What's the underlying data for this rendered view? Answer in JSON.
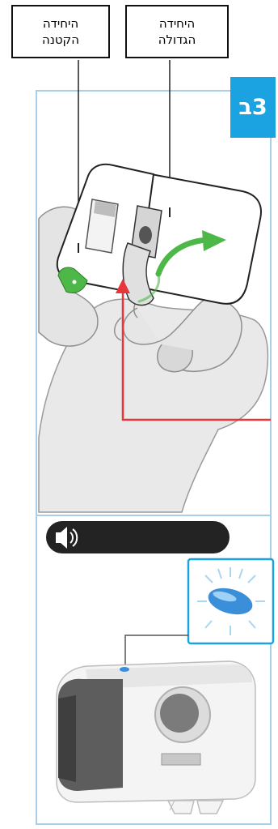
{
  "labels": {
    "small_unit": "היחידה\nהקטנה",
    "large_unit": "היחידה\nהגדולה"
  },
  "step": {
    "badge": "3ב"
  },
  "icons": {
    "speaker": "speaker-icon",
    "indicator": "indicator-light-icon"
  },
  "colors": {
    "badge_blue": "#1ba3e1",
    "frame_blue": "#a8cfe6",
    "arrow_red": "#e8353b",
    "arrow_green": "#4db848",
    "speaker_bar": "#232323",
    "indicator_blue": "#3b8fd8"
  }
}
